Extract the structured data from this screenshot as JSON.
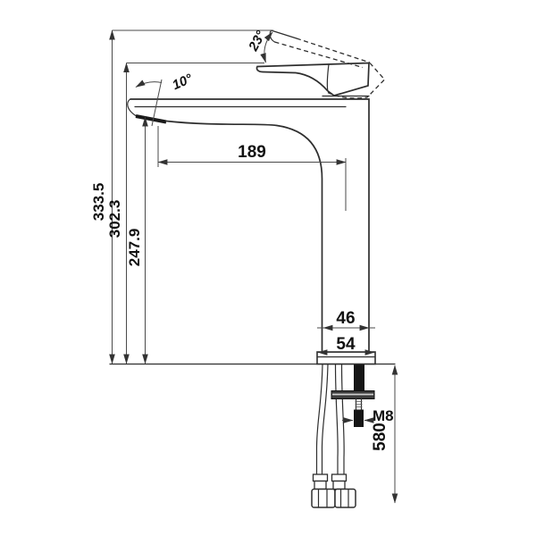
{
  "dimensions": {
    "overall_height": "333.5",
    "height_to_handle": "302.3",
    "height_to_outlet": "247.9",
    "spout_reach": "189",
    "body_width": "46",
    "base_width": "54",
    "thread_size": "M8",
    "hose_length": "580",
    "handle_open_angle": "23°",
    "outlet_tilt_angle": "10°"
  }
}
